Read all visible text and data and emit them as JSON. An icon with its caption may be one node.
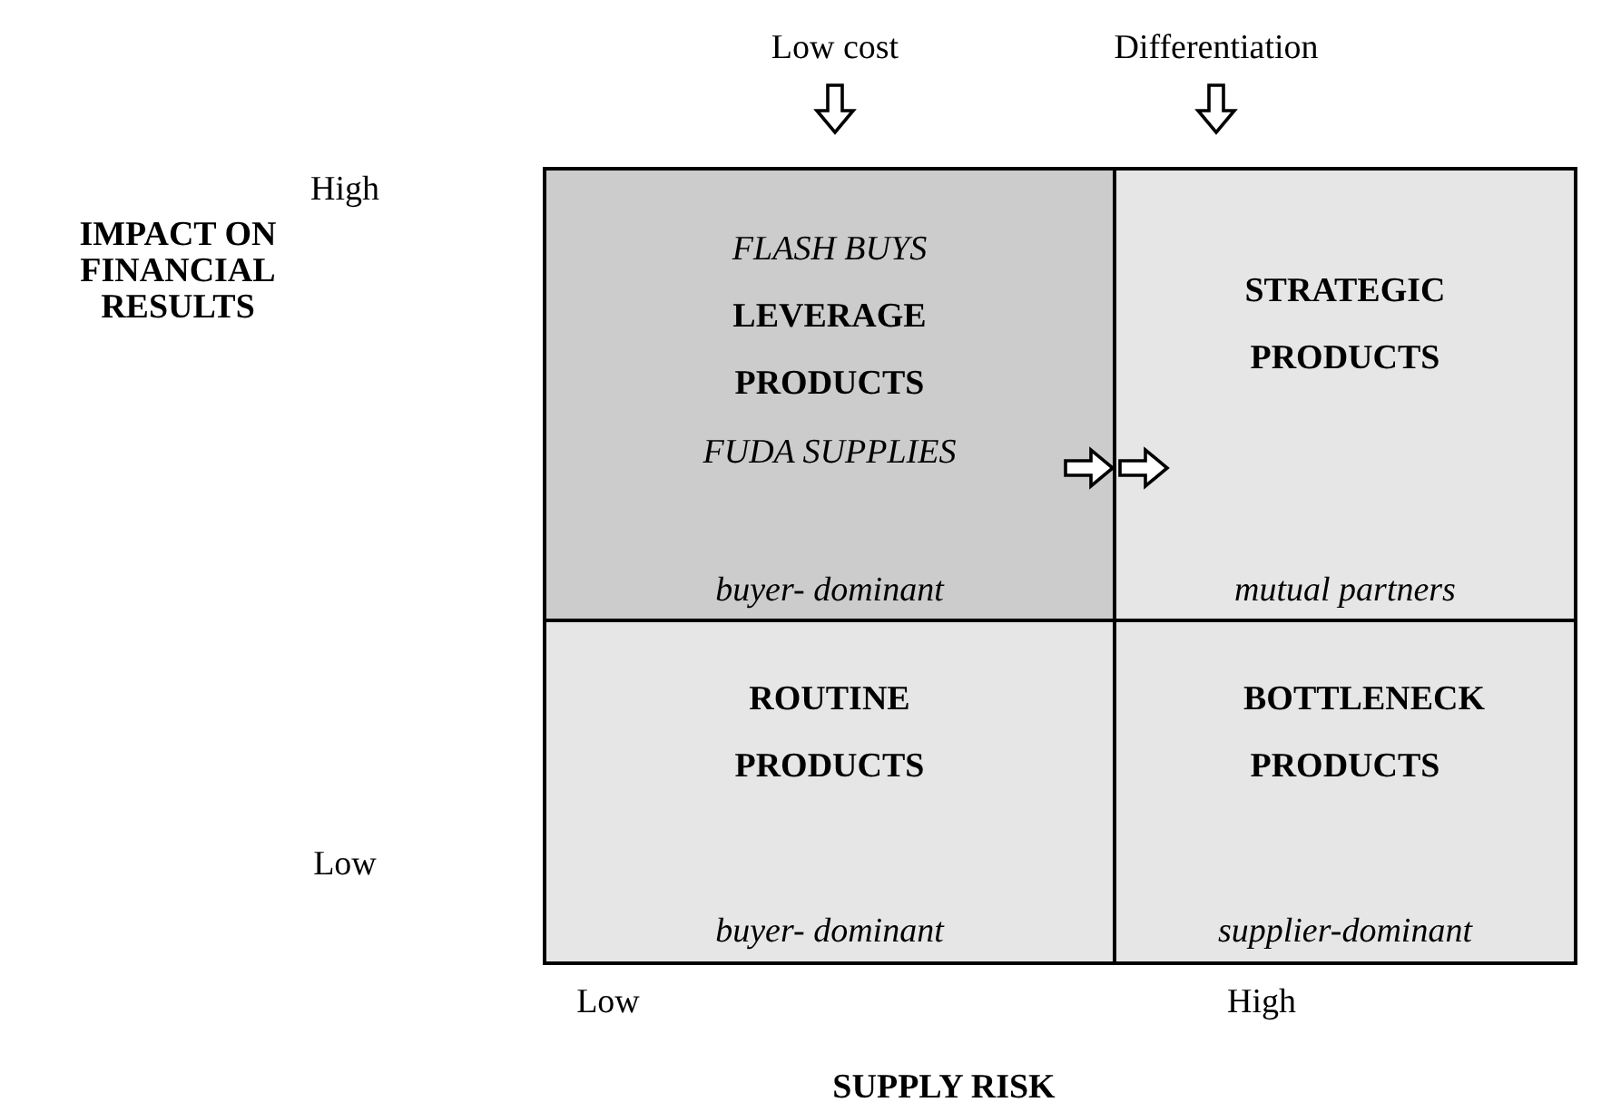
{
  "diagram": {
    "nodes": [
      {
        "text": [
          "Low cost"
        ]
      },
      {
        "text": [
          "Differentiation"
        ]
      },
      {
        "text": [
          "FLASH BUYS",
          "LEVERAGE PRODUCTS",
          "FUDA SUPPLIES",
          "buyer- dominant"
        ]
      },
      {
        "text": [
          "STRATEGIC PRODUCTS",
          "mutual partners"
        ]
      },
      {
        "text": [
          "ROUTINE PRODUCTS",
          "buyer- dominant"
        ]
      },
      {
        "text": [
          "BOTTLENECK PRODUCTS",
          "supplier-dominant"
        ]
      }
    ],
    "edges": [
      {
        "from": 0,
        "to": 2,
        "arrow": "to"
      },
      {
        "from": 1,
        "to": 3,
        "arrow": "to"
      },
      {
        "from": 2,
        "to": 3,
        "arrow": "to"
      }
    ],
    "labels": [
      "High",
      "IMPACT ON FINANCIAL RESULTS",
      "Low",
      "Low",
      "High",
      "SUPPLY RISK"
    ]
  }
}
